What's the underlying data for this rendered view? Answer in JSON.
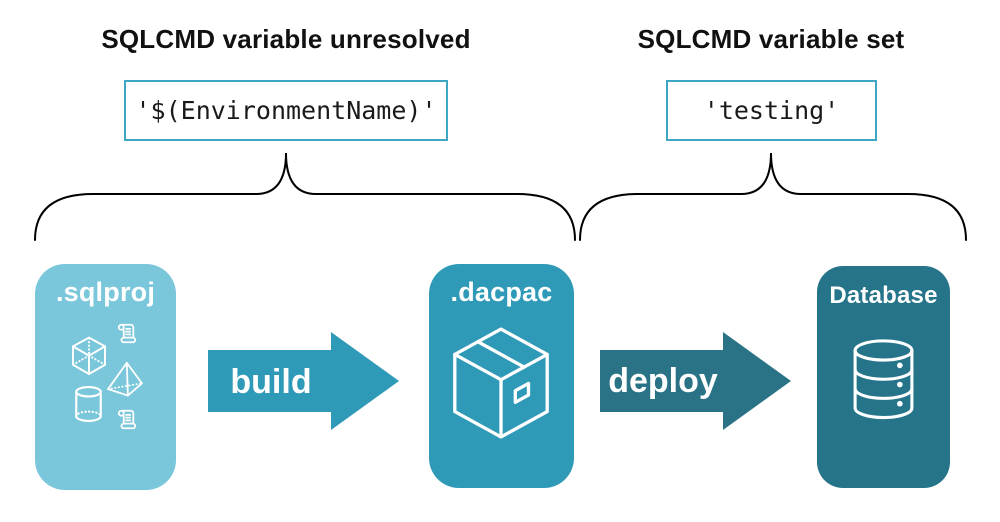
{
  "annotations": {
    "left": {
      "heading": "SQLCMD variable unresolved",
      "value": "'$(EnvironmentName)'"
    },
    "right": {
      "heading": "SQLCMD variable set",
      "value": "'testing'"
    }
  },
  "pipeline": {
    "nodes": [
      {
        "label": ".sqlproj",
        "color": "#7AC6DA",
        "icons": [
          "script-scroll-icon",
          "cube-icon",
          "pyramid-icon",
          "cylinder-icon",
          "script-scroll-icon"
        ]
      },
      {
        "label": ".dacpac",
        "color": "#2F9AB7",
        "icons": [
          "package-icon"
        ]
      },
      {
        "label": "Database",
        "color": "#25748A",
        "icons": [
          "database-icon"
        ]
      }
    ],
    "arrows": [
      {
        "label": "build",
        "color": "#2F9AB7"
      },
      {
        "label": "deploy",
        "color": "#2A7386"
      }
    ]
  },
  "colors": {
    "background": "#FFFFFF",
    "heading_text": "#111111",
    "code_box_border": "#3FA7C3",
    "code_text": "#1A1A1A",
    "brace": "#000000",
    "icon_stroke": "#FFFFFF"
  }
}
